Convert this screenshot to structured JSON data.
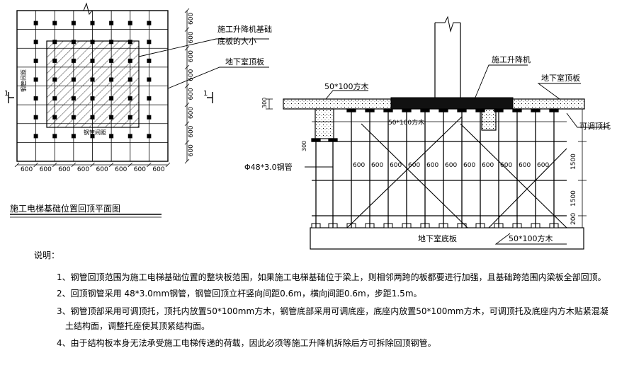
{
  "plan": {
    "title": "施工电梯基础位置回顶平面图",
    "callout_foundation_line1": "施工升降机基础",
    "callout_foundation_line2": "底板的大小",
    "callout_roof_slab": "地下室顶板",
    "section_mark": "1",
    "dim_label": "600",
    "inner_v_label": "钢管间距",
    "inner_h_label": "钢管间距"
  },
  "section": {
    "label_timber_top": "50*100方木",
    "label_hoist": "施工升降机",
    "label_roof_slab": "地下室顶板",
    "label_timber_inner": "50*100方木",
    "label_adjust": "可调顶托",
    "label_pipe": "Φ48*3.0钢管",
    "label_base_slab": "地下室底板",
    "label_timber_bottom": "50*100方木",
    "dim_600": "600",
    "dim_1500": "1500",
    "dim_300": "300",
    "dim_200": "200"
  },
  "notes": {
    "heading": "说明：",
    "item1": "1、钢管回顶范围为施工电梯基础位置的整块板范围，如果施工电梯基础位于梁上，则相邻两跨的板都要进行加强，且基础跨范围内梁板全部回顶。",
    "item2": "2、回顶钢管采用   48*3.0mm钢管，钢管回顶立杆竖向间距0.6m，横向间距0.6m，步距1.5m。",
    "item3a": "3、钢管顶部采用可调顶托，顶托内放置50*100mm方木，钢管底部采用可调底座，底座内放置50*100mm方木，可调顶托及底座内方木贴紧混凝",
    "item3b": "土结构面，调整托座使其顶紧结构面。",
    "item4": "4、由于结构板本身无法承受施工电梯传递的荷载，因此必须等施工升降机拆除后方可拆除回顶钢管。"
  }
}
